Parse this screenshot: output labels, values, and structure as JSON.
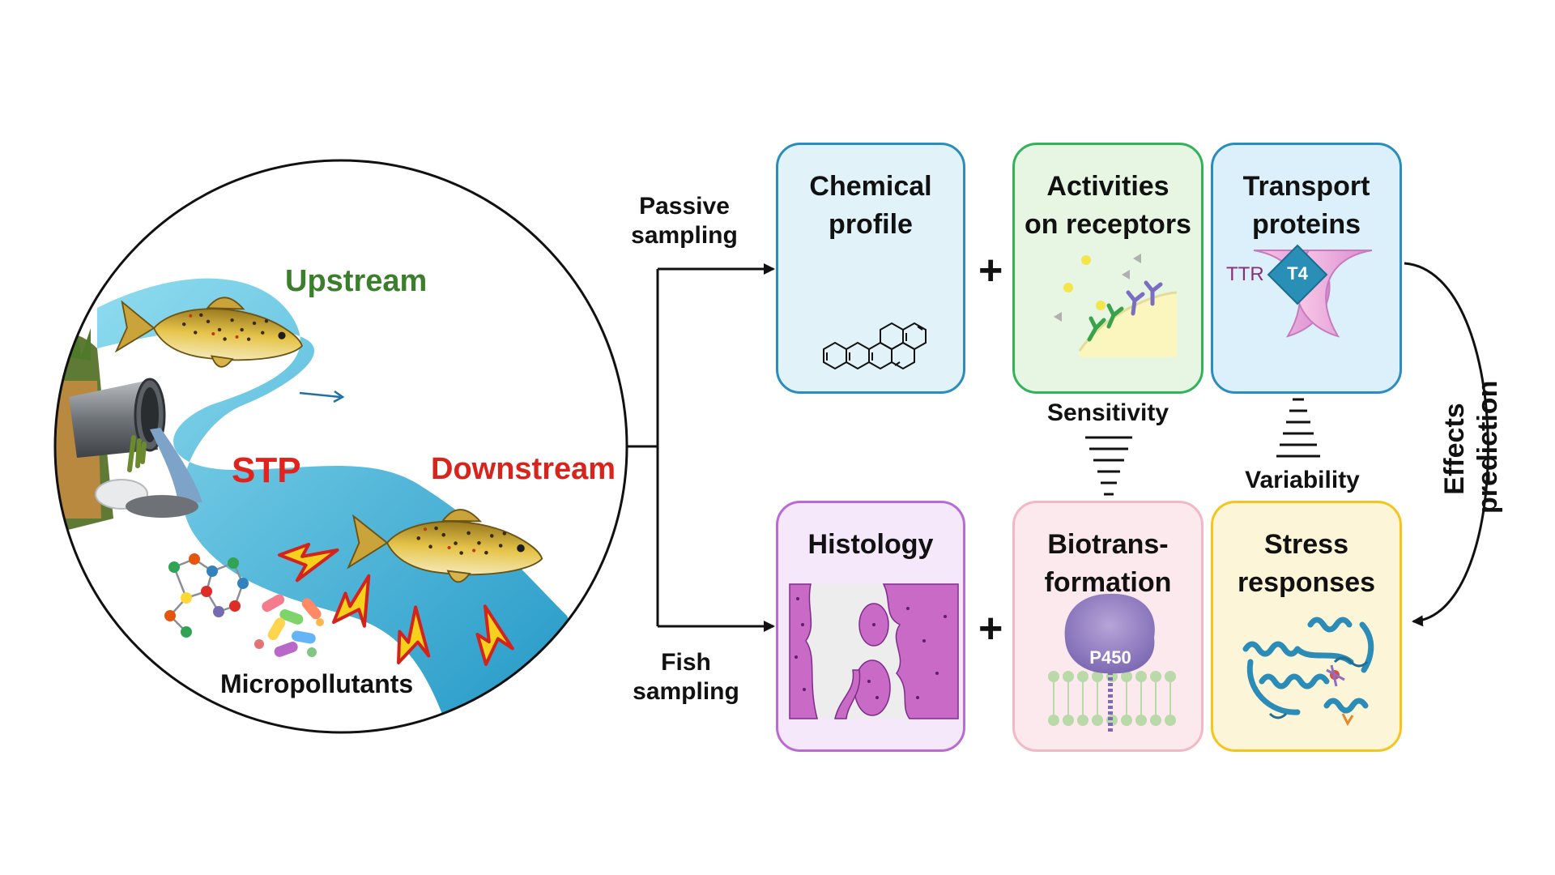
{
  "river": {
    "upstream": "Upstream",
    "downstream": "Downstream",
    "stp": "STP",
    "micropollutants": "Micropollutants"
  },
  "sampling": {
    "passive_line1": "Passive",
    "passive_line2": "sampling",
    "fish_line1": "Fish",
    "fish_line2": "sampling"
  },
  "boxes": {
    "chemical": {
      "line1": "Chemical",
      "line2": "profile"
    },
    "receptors": {
      "line1": "Activities",
      "line2": "on receptors"
    },
    "transport": {
      "line1": "Transport",
      "line2": "proteins",
      "ttr": "TTR",
      "t4": "T4"
    },
    "histology": {
      "line1": "Histology"
    },
    "biotrans": {
      "line1": "Biotrans-",
      "line2": "formation",
      "p450": "P450"
    },
    "stress": {
      "line1": "Stress",
      "line2": "responses"
    }
  },
  "links": {
    "sensitivity": "Sensitivity",
    "variability": "Variability",
    "effects_line1": "Effects",
    "effects_line2": "prediction",
    "plus": "+"
  },
  "colors": {
    "chemical_border": "#2b8cbe",
    "chemical_fill": "#e1f3f8",
    "receptors_border": "#34b25a",
    "receptors_fill": "#e6f6e3",
    "transport_border": "#2b8cbe",
    "transport_fill": "#dbf0fa",
    "histology_border": "#b96ad6",
    "histology_fill": "#f6e8fb",
    "biotrans_border": "#f2b8c6",
    "biotrans_fill": "#fbe9ee",
    "stress_border": "#f5c51d",
    "stress_fill": "#fcf5d7",
    "upstream_text": "#3a7f2a",
    "downstream_text": "#d9231d"
  }
}
